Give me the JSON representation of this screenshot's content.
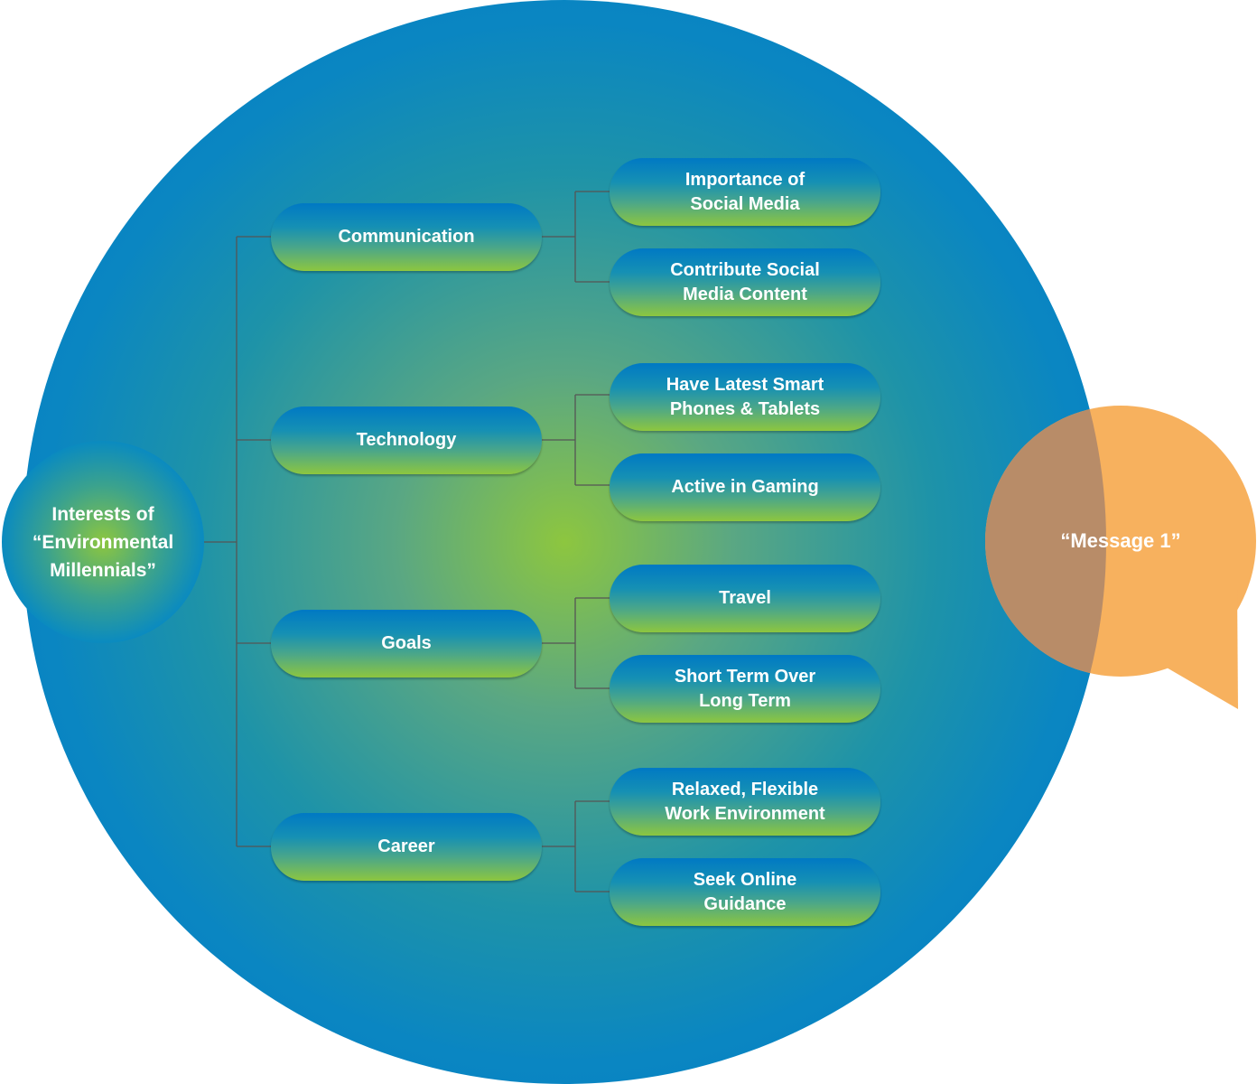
{
  "diagram": {
    "root": {
      "label": "Interests of\n“Environmental\nMillennials”"
    },
    "categories": [
      {
        "label": "Communication",
        "children": [
          "Importance of\nSocial Media",
          "Contribute Social\nMedia Content"
        ]
      },
      {
        "label": "Technology",
        "children": [
          "Have Latest Smart\nPhones & Tablets",
          "Active in Gaming"
        ]
      },
      {
        "label": "Goals",
        "children": [
          "Travel",
          "Short Term Over\nLong Term"
        ]
      },
      {
        "label": "Career",
        "children": [
          "Relaxed, Flexible\nWork Environment",
          "Seek Online\nGuidance"
        ]
      }
    ],
    "message": {
      "label": "“Message 1”"
    },
    "colors": {
      "blue": "#0079c4",
      "green": "#8dc63f",
      "orange": "#f7b15e",
      "overlap": "#b88c68",
      "connector": "#5a5a5a"
    }
  }
}
